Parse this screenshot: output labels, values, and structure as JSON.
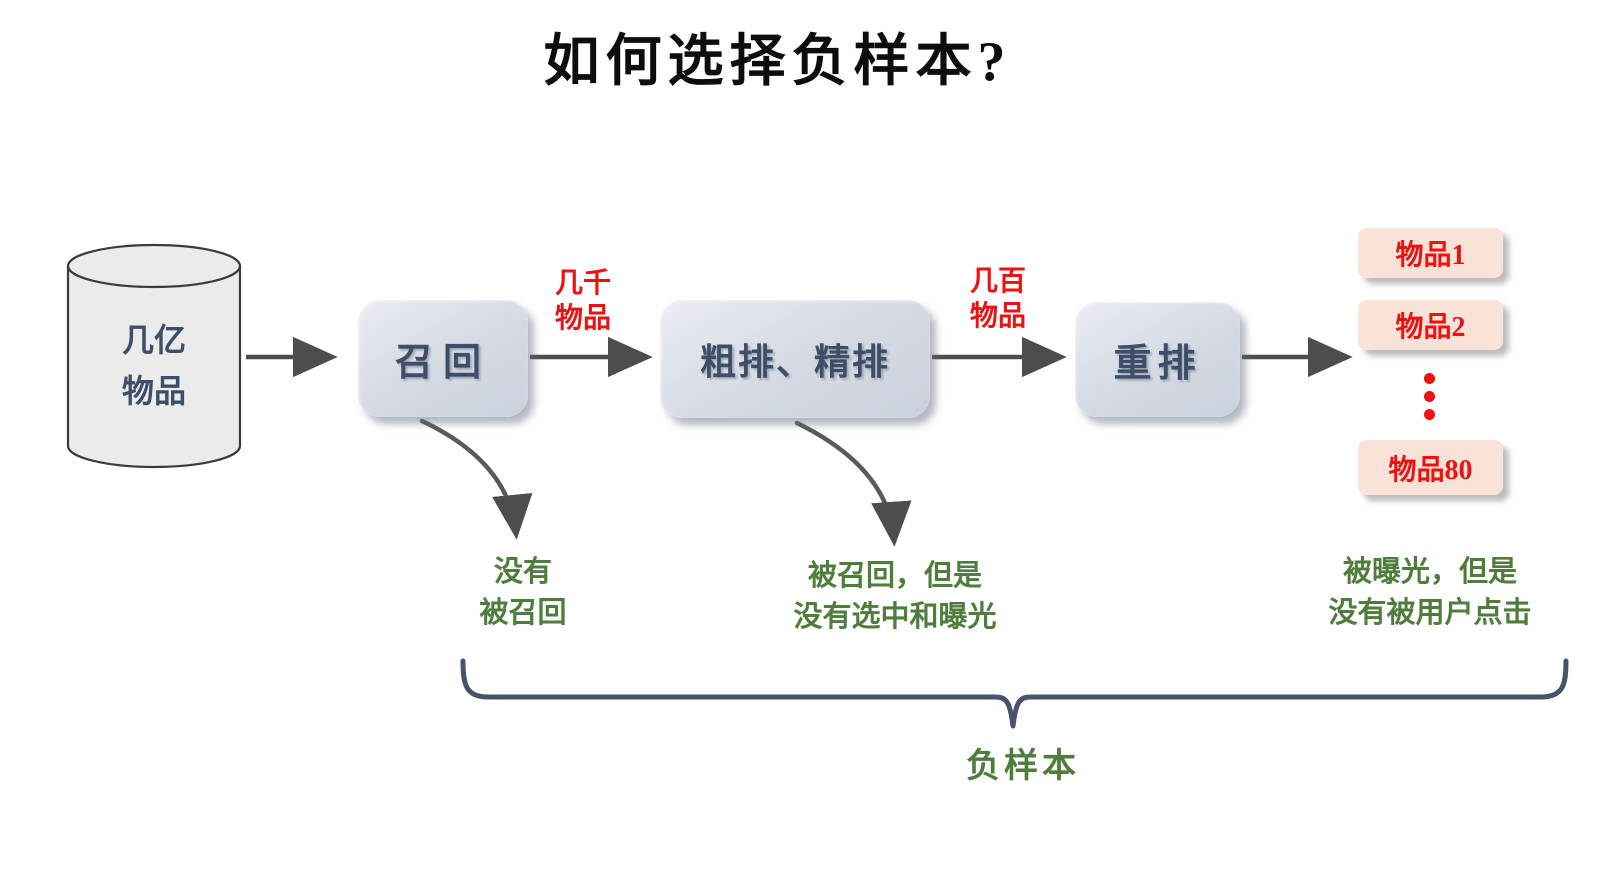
{
  "title": "如何选择负样本?",
  "source": {
    "line1": "几亿",
    "line2": "物品"
  },
  "stages": {
    "recall": "召回",
    "ranking": "粗排、精排",
    "rerank": "重排"
  },
  "flow_labels": {
    "after_recall": {
      "line1": "几千",
      "line2": "物品"
    },
    "after_ranking": {
      "line1": "几百",
      "line2": "物品"
    }
  },
  "output_items": {
    "first": "物品1",
    "second": "物品2",
    "last": "物品80",
    "ellipsis_icon": "vertical-red-dots"
  },
  "annotations": {
    "not_recalled": {
      "line1": "没有",
      "line2": "被召回"
    },
    "recalled_not_shown": {
      "line1": "被召回，但是",
      "line2": "没有选中和曝光"
    },
    "shown_not_clicked": {
      "line1": "被曝光，但是",
      "line2": "没有被用户点击"
    }
  },
  "brace_label": "负样本",
  "colors": {
    "accent_red": "#ee1111",
    "accent_green": "#4e7d3c",
    "navy_text": "#3e4e68",
    "box_fill": "#d4d9e3",
    "item_box_fill": "#f9e3d8",
    "brace": "#47536b",
    "arrow": "#4d4d4d"
  }
}
